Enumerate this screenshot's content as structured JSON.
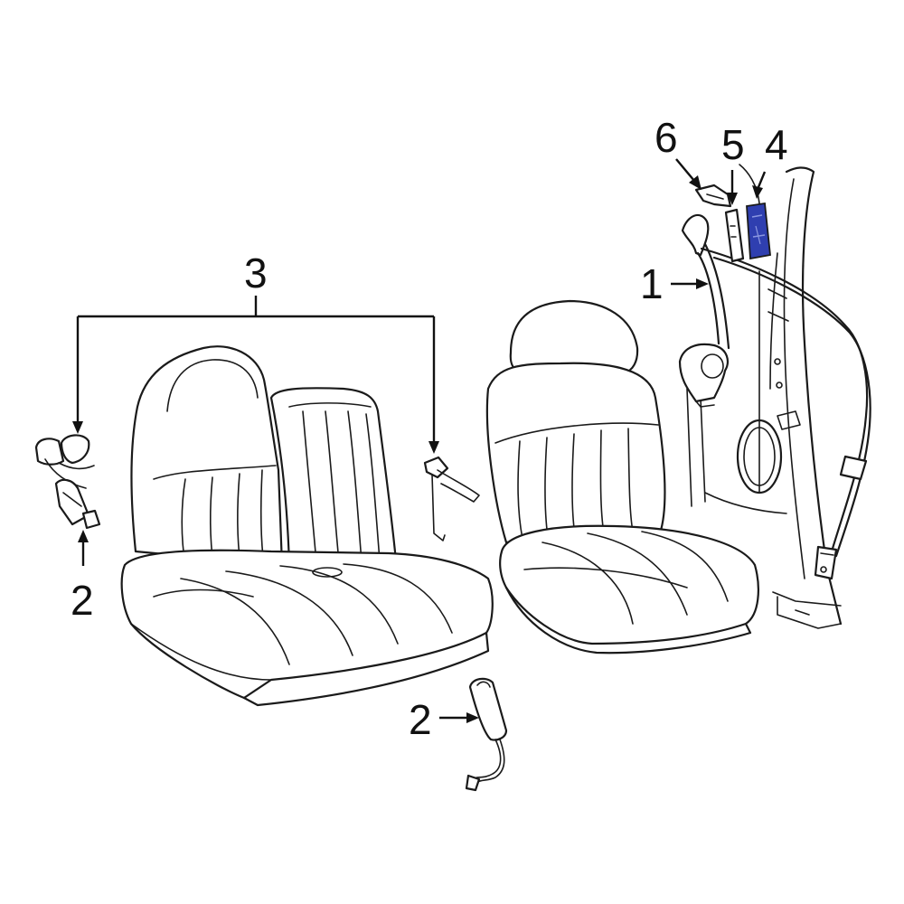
{
  "callouts": {
    "c1": "1",
    "c2a": "2",
    "c2b": "2",
    "c3": "3",
    "c4": "4",
    "c5": "5",
    "c6": "6"
  },
  "colors": {
    "line": "#1a1a1a",
    "highlight": "#2f3fb0",
    "background": "#ffffff"
  }
}
